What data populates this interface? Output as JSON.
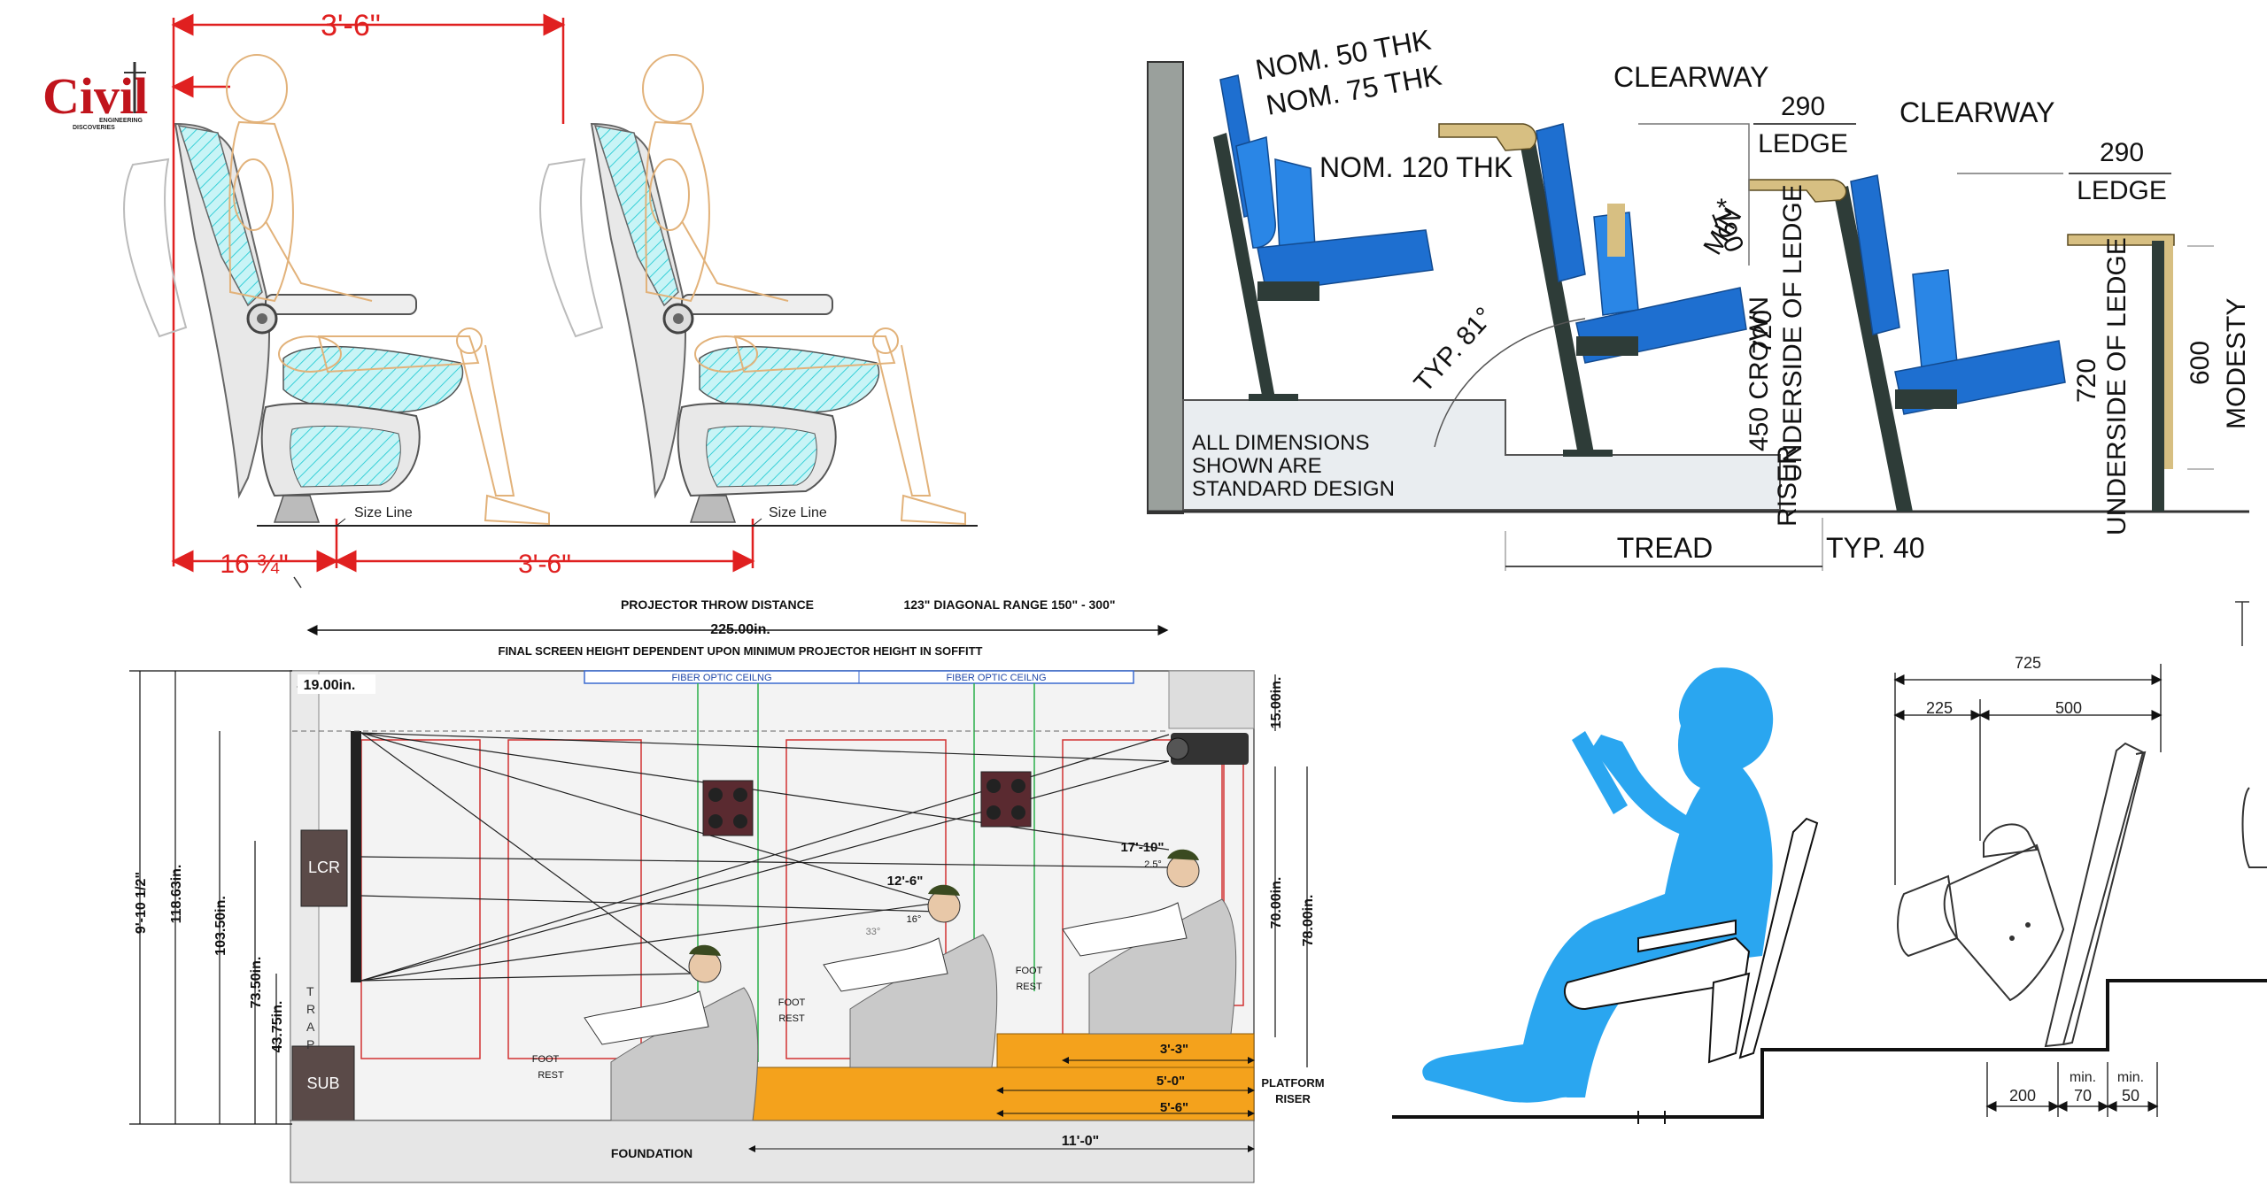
{
  "logo": {
    "name": "Civil",
    "line1": "ENGINEERING",
    "line2": "DISCOVERIES"
  },
  "panel_seats": {
    "dim_top": "3'-6\"",
    "dim_bottom_left": "16 ¾\"",
    "dim_bottom_right": "3'-6\"",
    "size_line_1": "Size Line",
    "size_line_2": "Size Line"
  },
  "panel_section": {
    "nom50": "NOM. 50 THK",
    "nom75": "NOM. 75 THK",
    "nom120": "NOM. 120 THK",
    "clearway1": "CLEARWAY",
    "clearway2": "CLEARWAY",
    "v290a": "290",
    "v290b": "290",
    "ledge1": "LEDGE",
    "ledge2": "LEDGE",
    "min190": "*190",
    "min_label": "MIN",
    "typ81": "TYP. 81°",
    "v720a": "720",
    "underside1": "UNDERSIDE OF LEDGE",
    "crown": "450 CROWN",
    "riser": "RISER",
    "v720b": "720",
    "underside2": "UNDERSIDE OF LEDGE",
    "v600": "600",
    "modesty": "MODESTY",
    "note1": "ALL DIMENSIONS",
    "note2": "SHOWN ARE",
    "note3": "STANDARD DESIGN",
    "tread": "TREAD",
    "typ40": "TYP. 40"
  },
  "panel_theater": {
    "throw": "PROJECTOR THROW DISTANCE",
    "diag": "123\" DIAGONAL RANGE 150\" - 300\"",
    "w225": "225.00in.",
    "final": "FINAL SCREEN HEIGHT DEPENDENT UPON MINIMUM PROJECTOR HEIGHT IN SOFFITT",
    "fiber1": "FIBER OPTIC CEILNG",
    "fiber2": "FIBER OPTIC CEILNG",
    "w19": "19.00in.",
    "h15": "15.00in.",
    "h9": "9'-10 1/2\"",
    "h118": "118.63in.",
    "h103": "103.50in.",
    "h73": "73.50in.",
    "h43": "43.75in.",
    "h70": "70.00in.",
    "h78": "78.00in.",
    "lcr": "LCR",
    "sub": "SUB",
    "trap": [
      "T",
      "R",
      "A",
      "P"
    ],
    "d17": "17'-10\"",
    "a25": "2.5°",
    "d12": "12'-6\"",
    "a16": "16°",
    "a33": "33°",
    "foot": "FOOT",
    "rest": "REST",
    "d33": "3'-3\"",
    "d50": "5'-0\"",
    "d56": "5'-6\"",
    "platform": "PLATFORM",
    "riser": "RISER",
    "foundation": "FOUNDATION",
    "d110": "11'-0\""
  },
  "panel_stair": {
    "w725": "725",
    "w225": "225",
    "w500": "500",
    "w200": "200",
    "min1": "min.",
    "min2": "min.",
    "w70": "70",
    "w50": "50"
  }
}
